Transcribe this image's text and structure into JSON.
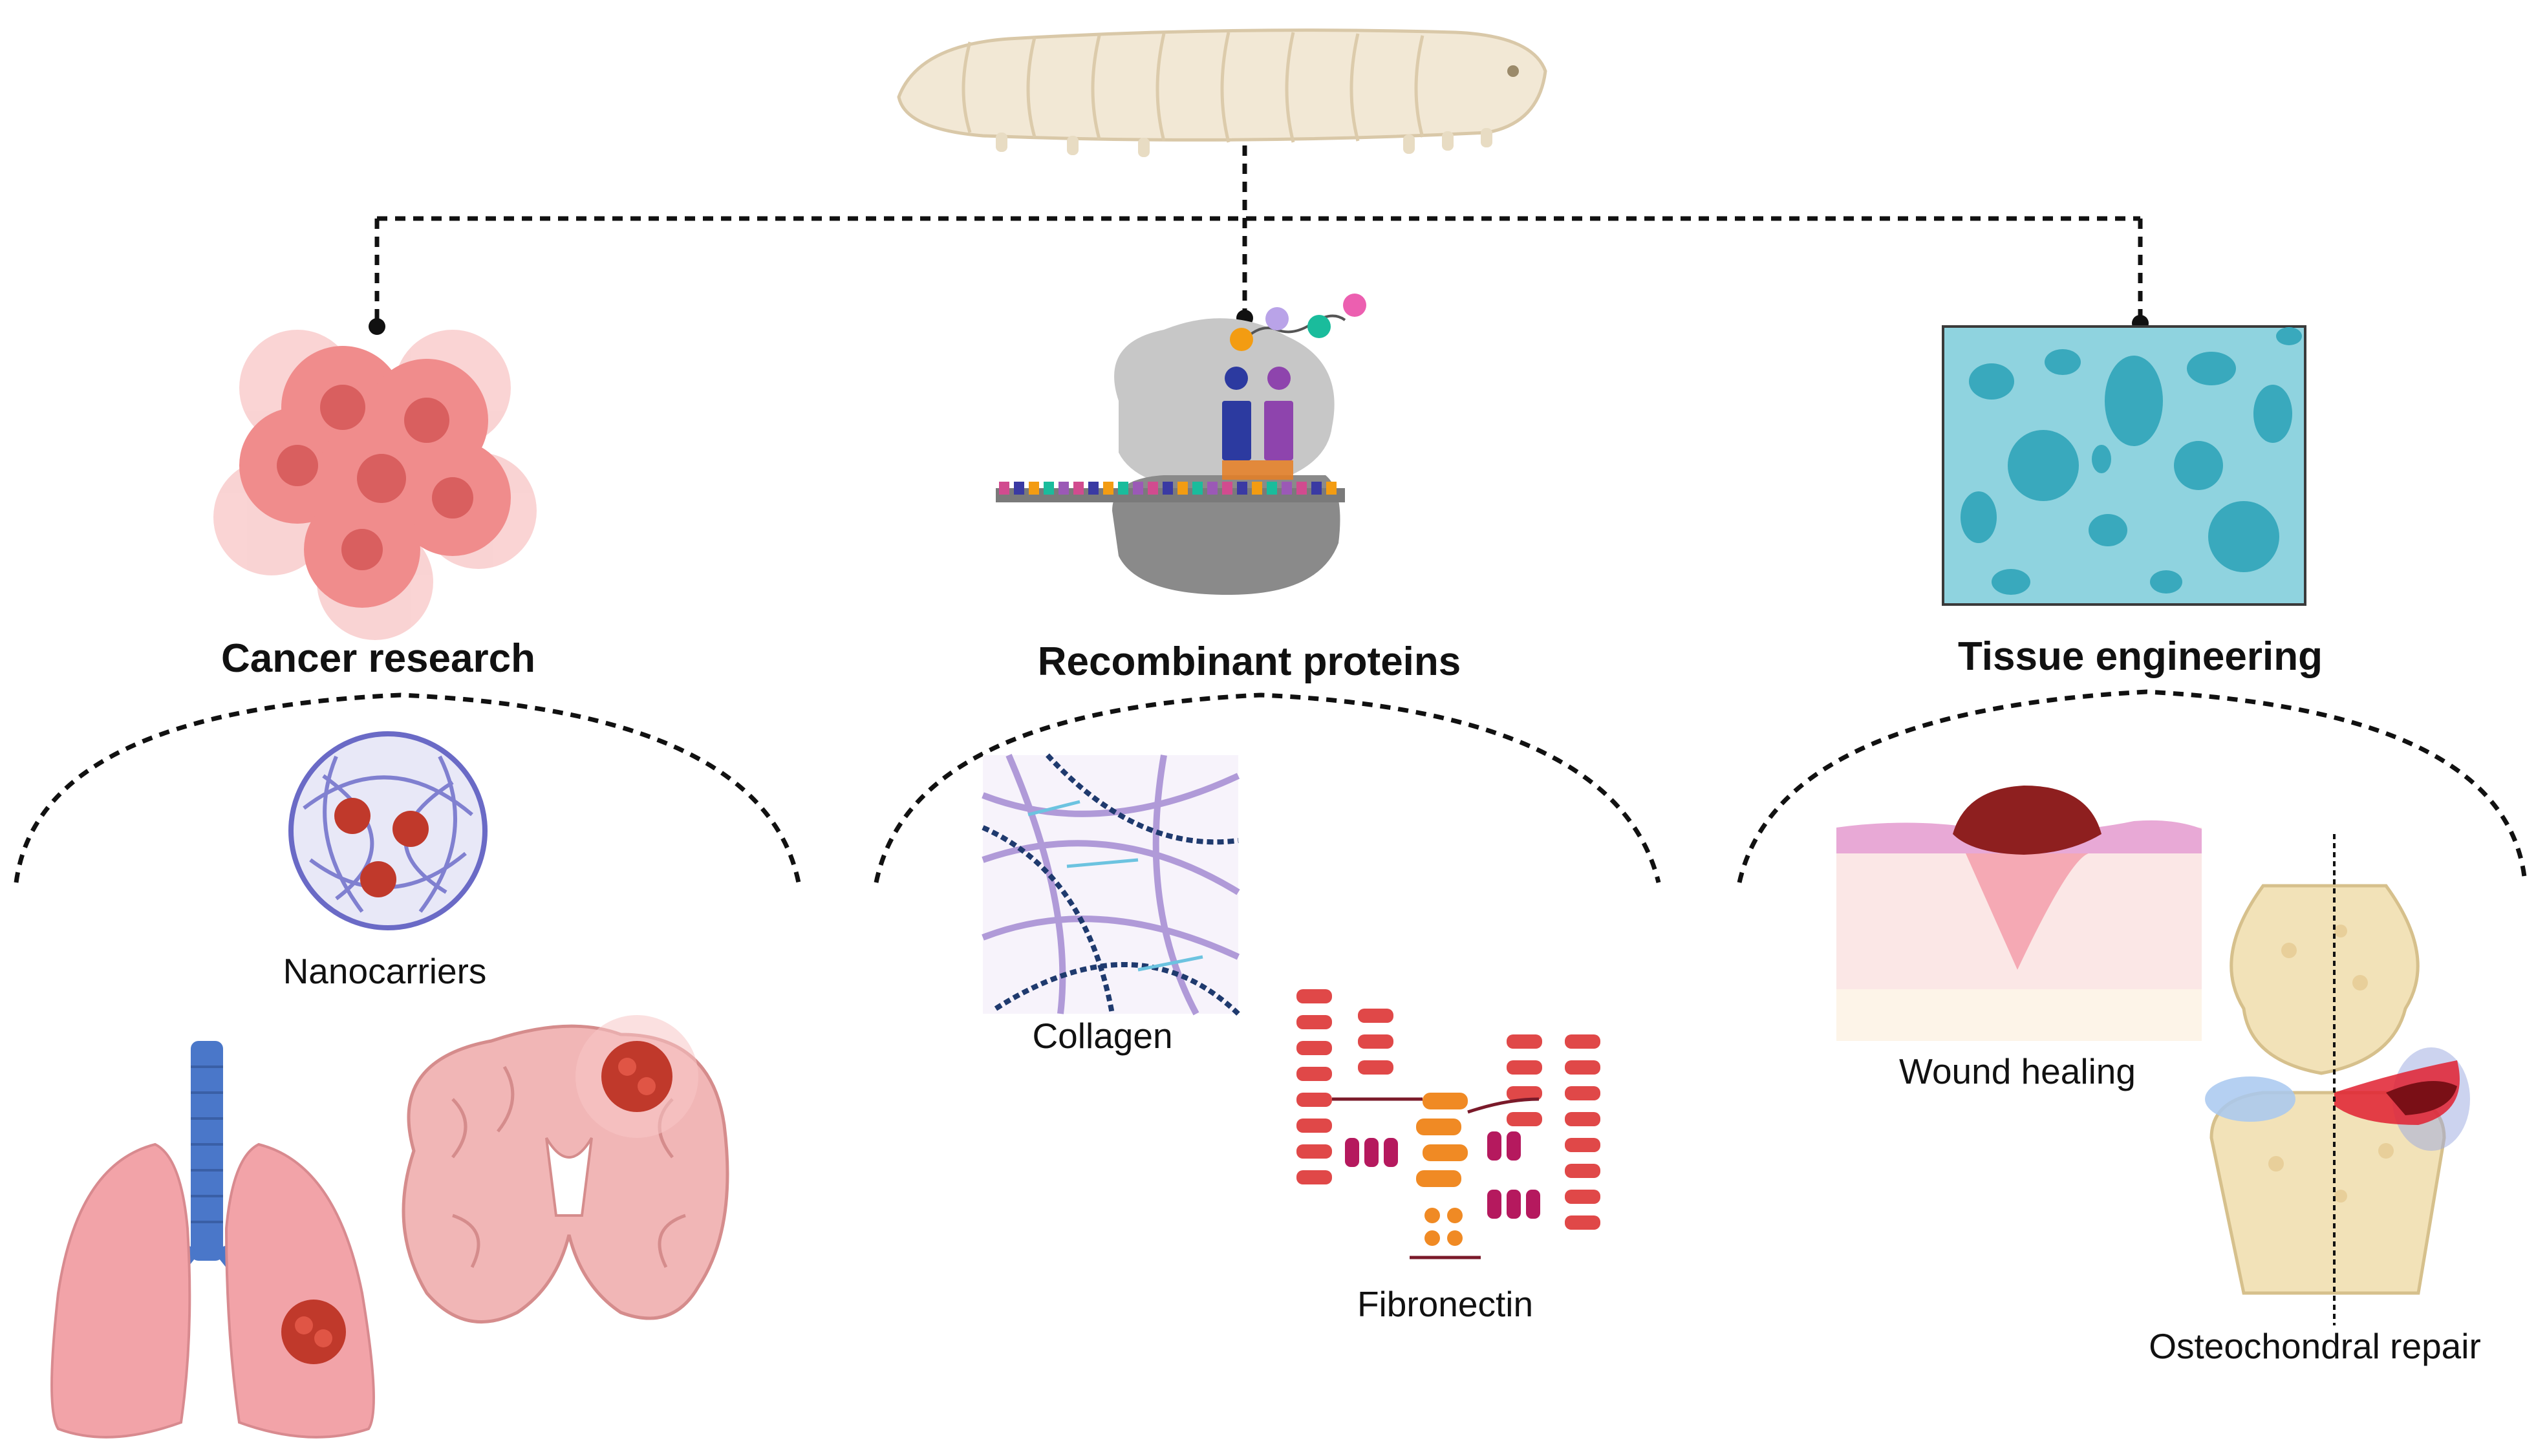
{
  "diagram": {
    "source": {
      "name": "silkworm-larva"
    },
    "branches": [
      {
        "title": "Cancer research",
        "items": [
          "Nanocarriers"
        ]
      },
      {
        "title": "Recombinant proteins",
        "items": [
          "Collagen",
          "Fibronectin"
        ]
      },
      {
        "title": "Tissue engineering",
        "items": [
          "Wound healing",
          "Osteochondral repair"
        ]
      }
    ],
    "icons": [
      "silkworm-icon",
      "cancer-cells-icon",
      "ribosome-icon",
      "porous-scaffold-icon",
      "nanocarrier-icon",
      "lungs-icon",
      "brain-tumor-icon",
      "collagen-fibers-icon",
      "fibronectin-icon",
      "skin-wound-icon",
      "knee-joint-icon"
    ],
    "colors": {
      "connector": "#111111",
      "scaffold": "#8fd3df",
      "tumor": "#c0392b",
      "skin": "#f7c9cf"
    }
  }
}
